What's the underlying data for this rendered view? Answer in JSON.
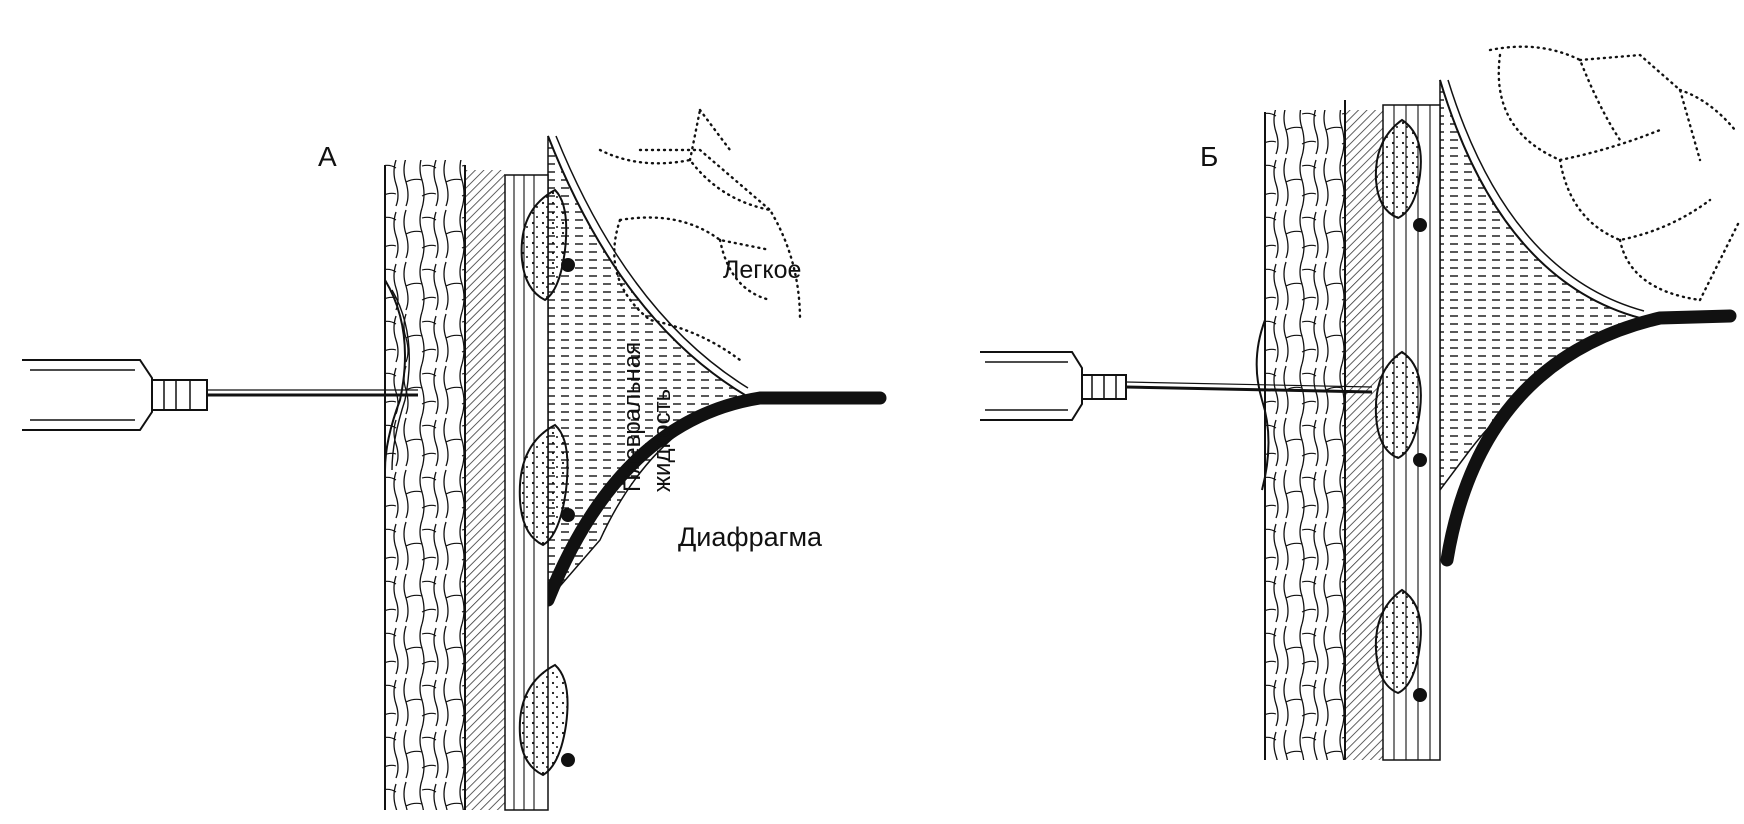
{
  "panels": [
    {
      "label": "А",
      "lung_label": "Легкое",
      "fluid_label_line1": "Плевральная",
      "fluid_label_line2": "жидкость",
      "diaphragm_label": "Диафрагма"
    },
    {
      "label": "Б"
    }
  ],
  "colors": {
    "ink": "#111111",
    "background": "#ffffff"
  }
}
